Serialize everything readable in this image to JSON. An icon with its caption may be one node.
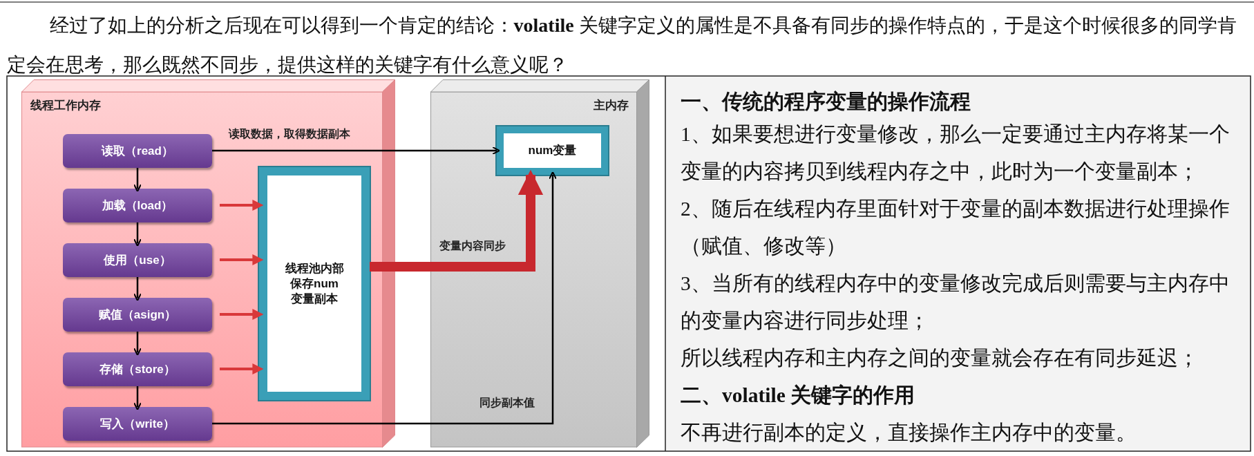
{
  "diagram": {
    "nodes": [
      {
        "text": [
          "线程工作内存"
        ]
      },
      {
        "text": [
          "读取（read）"
        ],
        "in": 0
      },
      {
        "text": [
          "加载（load）"
        ],
        "in": 0
      },
      {
        "text": [
          "使用（use）"
        ],
        "in": 0
      },
      {
        "text": [
          "赋值（asign）"
        ],
        "in": 0
      },
      {
        "text": [
          "存储（store）"
        ],
        "in": 0
      },
      {
        "text": [
          "写入（write）"
        ],
        "in": 0
      },
      {
        "text": [
          "线程池内部保存num变量副本"
        ],
        "in": 0
      },
      {
        "text": [
          "主内存"
        ]
      },
      {
        "text": [
          "num变量"
        ],
        "in": 8
      }
    ],
    "edges": [
      {
        "from": 1,
        "to": 2,
        "arrow": "to"
      },
      {
        "from": 2,
        "to": 3,
        "arrow": "to"
      },
      {
        "from": 3,
        "to": 4,
        "arrow": "to"
      },
      {
        "from": 4,
        "to": 5,
        "arrow": "to"
      },
      {
        "from": 5,
        "to": 6,
        "arrow": "to"
      },
      {
        "from": 1,
        "to": 9,
        "arrow": "to",
        "label": "读取数据，取得数据副本"
      },
      {
        "from": 6,
        "to": 9,
        "arrow": "to",
        "label": "同步副本值"
      },
      {
        "from": 7,
        "to": 9,
        "arrow": "to",
        "label": "变量内容同步",
        "style": "thick",
        "color": "#c8282e"
      },
      {
        "from": 2,
        "to": 7,
        "arrow": "to",
        "color": "#d9383a"
      },
      {
        "from": 3,
        "to": 7,
        "arrow": "to",
        "color": "#d9383a"
      },
      {
        "from": 4,
        "to": 7,
        "arrow": "to",
        "color": "#d9383a"
      },
      {
        "from": 5,
        "to": 7,
        "arrow": "to",
        "color": "#d9383a"
      }
    ],
    "labels": [
      "经过了如上的分析之后现在可以得到一个肯定的结论：**volatile** 关键字定义的属性是不具备有同步的操作特点的，于是这个时候很多的同学肯定会在思考，那么既然不同步，提供这样的关键字有什么意义呢？",
      "一、传统的程序变量的操作流程",
      "1、如果要想进行变量修改，那么一定要通过主内存将某一个变量的内容拷贝到线程内存之中，此时为一个变量副本；",
      "2、随后在线程内存里面针对于变量的副本数据进行处理操作（赋值、修改等）",
      "3、当所有的线程内存中的变量修改完成后则需要与主内存中的变量内容进行同步处理；",
      "所以线程内存和主内存之间的变量就会存在有同步延迟；",
      "二、volatile 关键字的作用",
      "不再进行副本的定义，直接操作主内存中的变量。"
    ]
  }
}
